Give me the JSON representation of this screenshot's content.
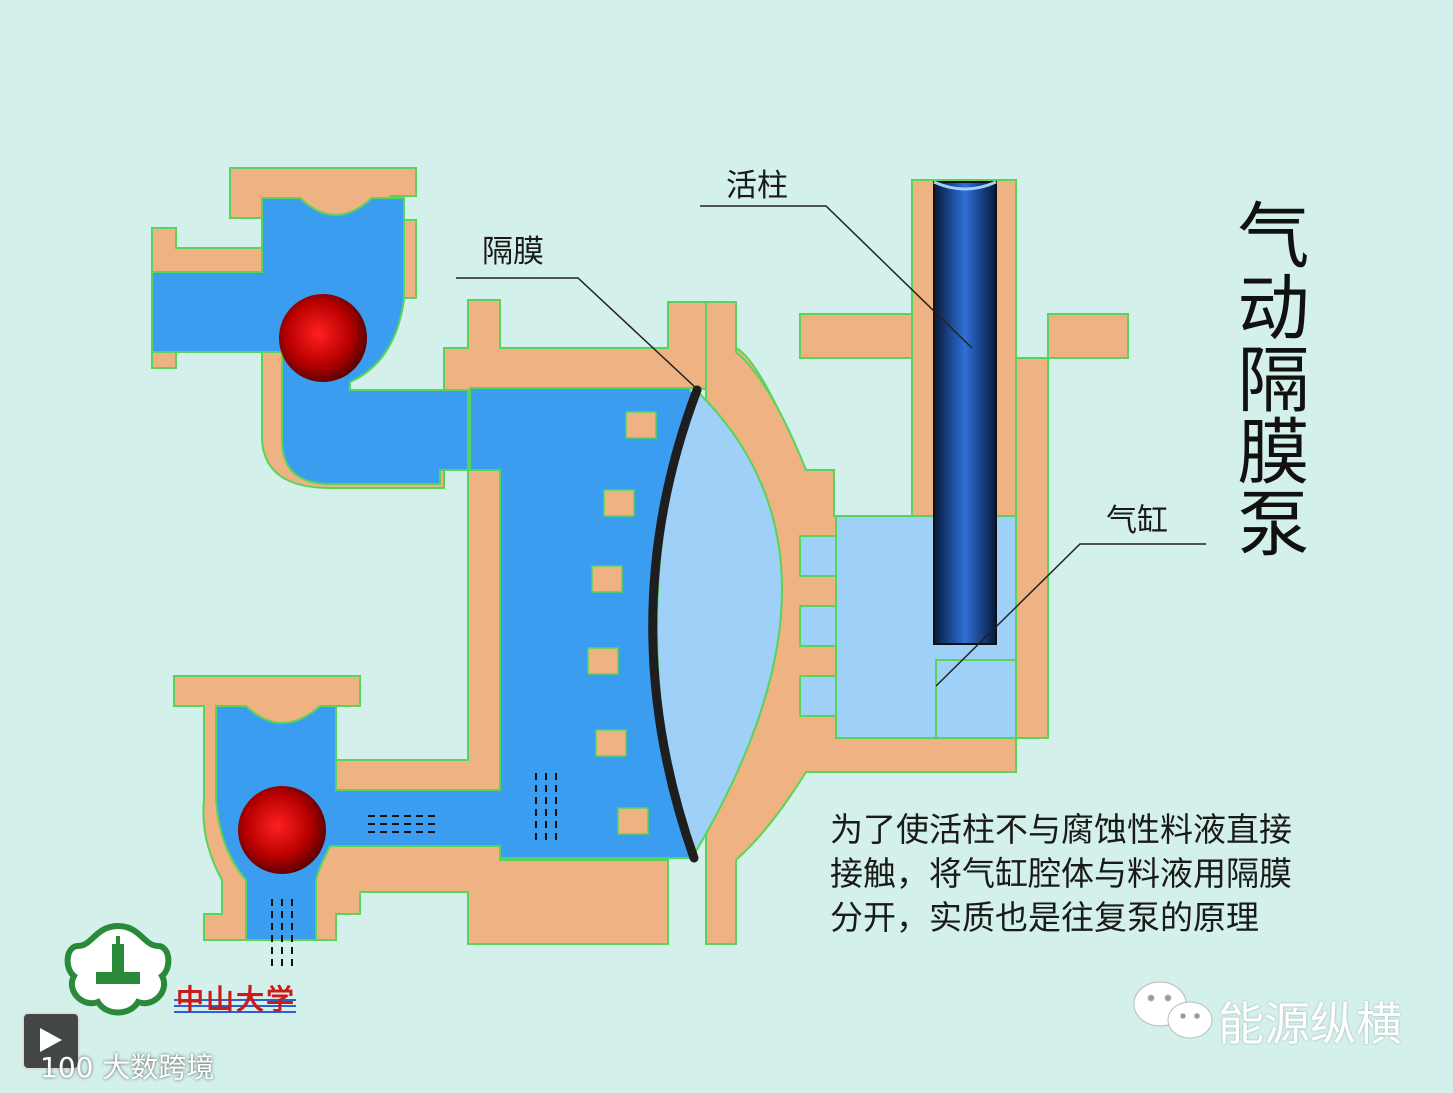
{
  "labels": {
    "piston": "活柱",
    "diaphragm": "隔膜",
    "cylinder": "气缸"
  },
  "title": "气动隔膜泵",
  "caption_lines": [
    "为了使活柱不与腐蚀性料液直接",
    "接触，将气缸腔体与料液用隔膜",
    "分开，实质也是往复泵的原理"
  ],
  "logo": {
    "university": "中山大学"
  },
  "watermark": {
    "brand": "能源纵横",
    "source": "100 大数跨境"
  },
  "colors": {
    "background": "#d3f0ea",
    "housing": "#eeb283",
    "housing_edge": "#59d45a",
    "liquid": "#3a9df0",
    "cylinder_fluid": "#9fd0f7",
    "ball": "#c40000",
    "diaphragm": "#1e1e1e",
    "piston": "#0d3c8c"
  }
}
